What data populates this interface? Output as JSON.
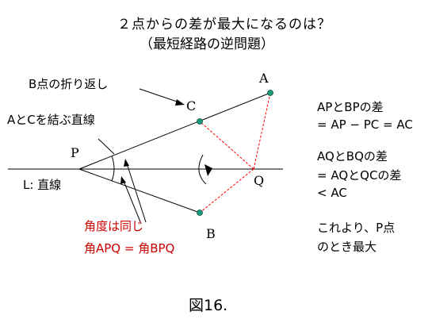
{
  "title": {
    "line1": "２点からの差が最大になるのは？",
    "line2": "（最短経路の逆問題）"
  },
  "labels": {
    "fold_b": "B点の折り返し",
    "line_ac": "AとCを結ぶ直線",
    "line_l": "L: 直線",
    "point_a": "A",
    "point_b": "B",
    "point_c": "C",
    "point_p": "P",
    "point_q": "Q"
  },
  "angle_note": {
    "line1": "角度は同じ",
    "line2": "角APQ = 角BPQ"
  },
  "right_panel": {
    "ap_bp_title": "APとBPの差",
    "ap_bp_eq": "= AP − PC = AC",
    "aq_bq_title": "AQとBQの差",
    "aq_bq_eq1": "= AQとQCの差",
    "aq_bq_eq2": "< AC",
    "conclusion1": "これより、P点",
    "conclusion2": "のとき最大"
  },
  "figure_caption": "図16.",
  "colors": {
    "point_fill": "#1a9a7a",
    "dashed_line": "#ff0000",
    "note_text": "#cc0000"
  }
}
